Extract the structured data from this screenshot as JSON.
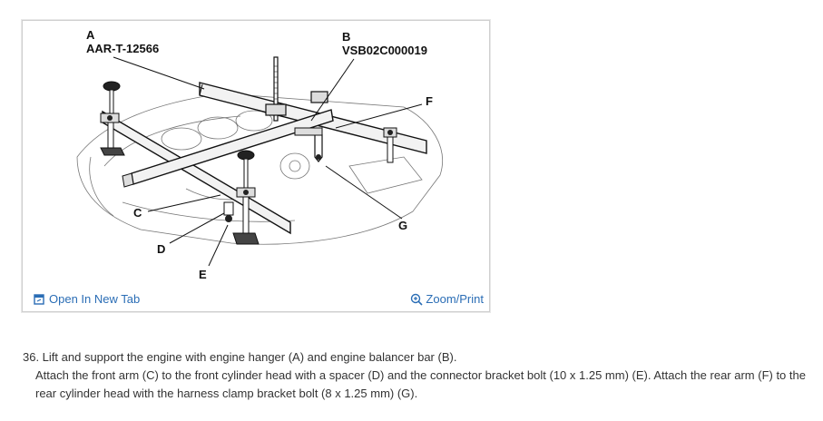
{
  "figure": {
    "labels": {
      "A": "A",
      "A_part": "AAR-T-12566",
      "B": "B",
      "B_part": "VSB02C000019",
      "C": "C",
      "D": "D",
      "E": "E",
      "F": "F",
      "G": "G"
    },
    "open_tab_label": "Open In New Tab",
    "zoom_label": "Zoom/Print"
  },
  "instructions": {
    "line1": "36. Lift and support the engine with engine hanger (A) and engine balancer bar (B).",
    "line2": "Attach the front arm (C) to the front cylinder head with a spacer (D) and the connector bracket bolt (10 x 1.25 mm) (E). Attach the rear arm (F) to the rear cylinder head with the harness clamp bracket bolt (8 x 1.25 mm) (G)."
  },
  "colors": {
    "link": "#2a6db5",
    "border": "#cfcfcf"
  }
}
